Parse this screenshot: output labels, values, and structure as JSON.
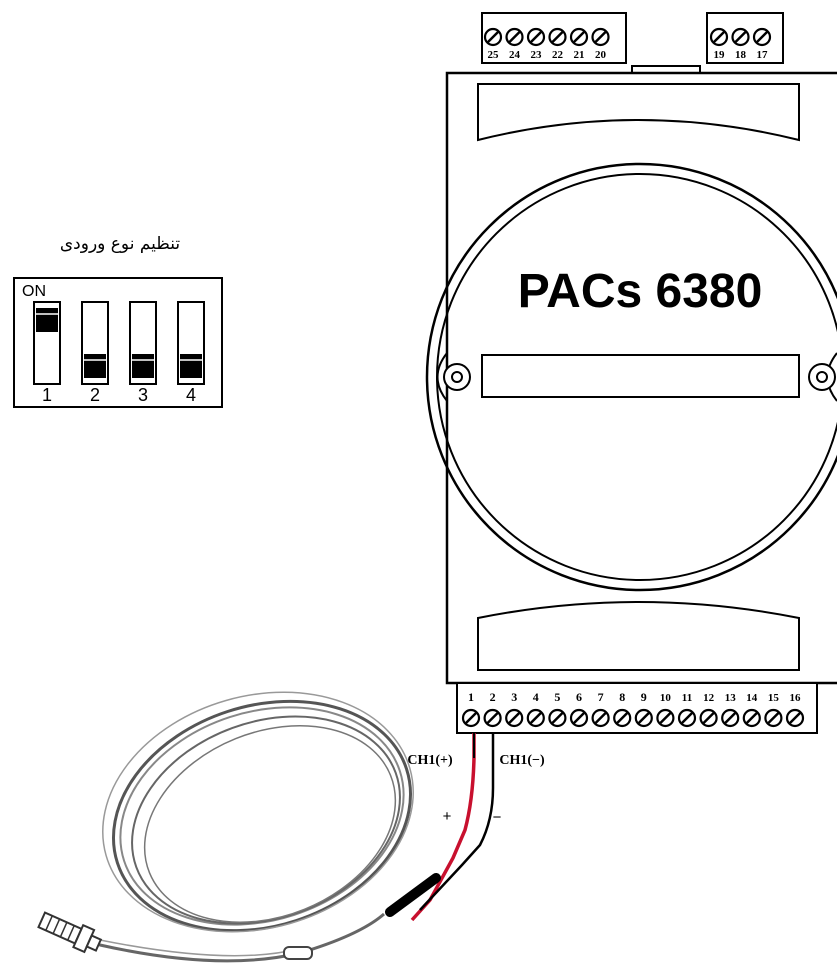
{
  "device": {
    "model_name": "PACs 6380",
    "top_terminals_left": [
      "25",
      "24",
      "23",
      "22",
      "21",
      "20"
    ],
    "top_terminals_right": [
      "19",
      "18",
      "17"
    ],
    "bottom_terminals": [
      "1",
      "2",
      "3",
      "4",
      "5",
      "6",
      "7",
      "8",
      "9",
      "10",
      "11",
      "12",
      "13",
      "14",
      "15",
      "16"
    ]
  },
  "dip_switch": {
    "caption": "تنظیم نوع ورودی",
    "on_label": "ON",
    "switches": [
      {
        "label": "1",
        "state": "on"
      },
      {
        "label": "2",
        "state": "off"
      },
      {
        "label": "3",
        "state": "off"
      },
      {
        "label": "4",
        "state": "off"
      }
    ]
  },
  "wiring": {
    "ch_plus_label": "CH1(+)",
    "ch_minus_label": "CH1(−)",
    "plus_sign": "+",
    "minus_sign": "−",
    "colors": {
      "plus_wire": "#c8102e",
      "minus_wire": "#000000"
    }
  },
  "sensor": {
    "icon": "thermocouple-probe-icon"
  }
}
